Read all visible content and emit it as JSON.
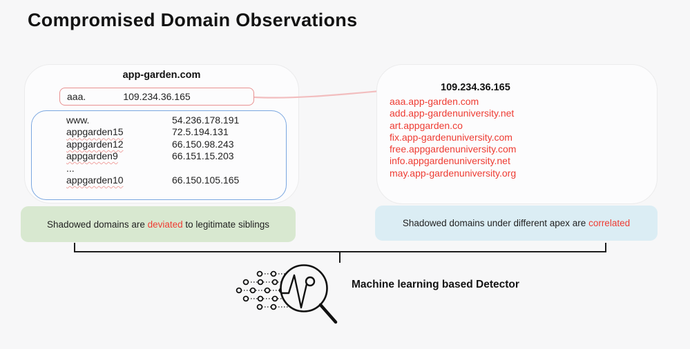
{
  "title": "Compromised Domain Observations",
  "colors": {
    "accent": "#ee3b32",
    "accent_soft": "#e89090",
    "arrow_pink": "#f2bdbe",
    "blue_border": "#79a6e0",
    "green_bg": "#d8e8d0",
    "blue_bg": "#dbedf4",
    "page_bg": "#f7f7f8"
  },
  "left_panel": {
    "apex_domain": "app-garden.com",
    "highlight_row": {
      "subdomain": "aaa.",
      "ip": "109.234.36.165"
    },
    "sibling_rows": [
      {
        "subdomain": "www.",
        "ip": "54.236.178.191",
        "underlined": false
      },
      {
        "subdomain": "appgarden15",
        "ip": "72.5.194.131",
        "underlined": true
      },
      {
        "subdomain": "appgarden12",
        "ip": "66.150.98.243",
        "underlined": true
      },
      {
        "subdomain": "appgarden9",
        "ip": "66.151.15.203",
        "underlined": true
      },
      {
        "subdomain": "...",
        "ip": "",
        "underlined": false
      },
      {
        "subdomain": "appgarden10",
        "ip": "66.150.105.165",
        "underlined": true
      }
    ],
    "caption": {
      "text_before": "Shadowed domains are ",
      "highlight": "deviated",
      "text_after": " to legitimate siblings"
    }
  },
  "right_panel": {
    "ip_header": "109.234.36.165",
    "correlated_domains": [
      "aaa.app-garden.com",
      "add.app-gardenuniversity.net",
      "art.appgarden.co",
      "fix.app-gardenuniversity.com",
      "free.appgardenuniversity.com",
      "info.appgardenuniversity.net",
      "may.app-gardenuniversity.org"
    ],
    "caption": {
      "text_before": "Shadowed domains under different apex are ",
      "highlight": "correlated",
      "text_after": ""
    }
  },
  "detector": {
    "label": "Machine learning based Detector",
    "icon": "ml-magnifier-icon"
  }
}
